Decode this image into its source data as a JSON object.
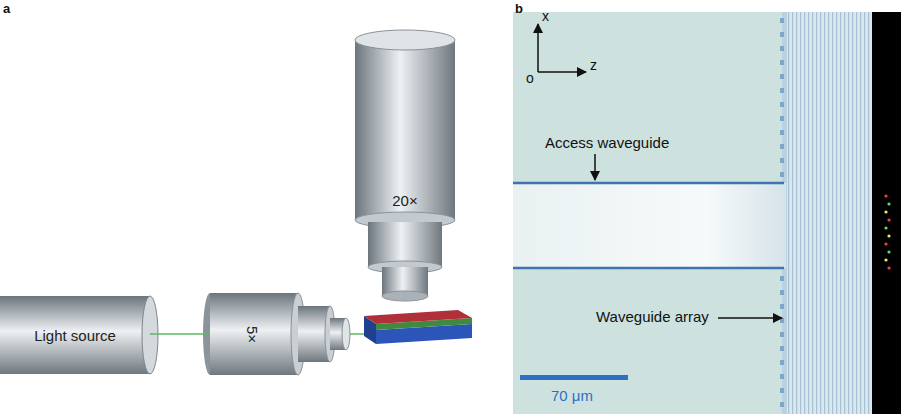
{
  "diagram": {
    "nodes": [
      {
        "text": [
          "20×"
        ]
      },
      {
        "text": [
          "Light source"
        ]
      },
      {
        "text": [
          "5×"
        ]
      }
    ],
    "edges": [
      {
        "from": 1,
        "to": 2,
        "arrow": "none"
      }
    ],
    "labels": [
      "a",
      "b",
      "x",
      "o",
      "z",
      "Access waveguide",
      "Waveguide array",
      "70 μm"
    ]
  }
}
